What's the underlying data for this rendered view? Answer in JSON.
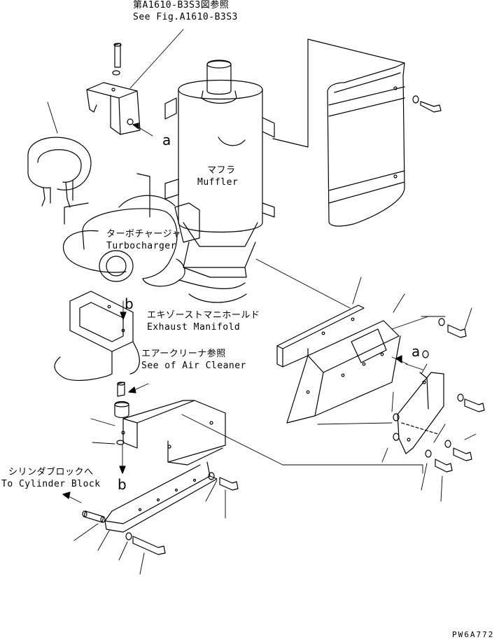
{
  "labels": {
    "ref_fig_jp": "第A1610-B3S3図参照",
    "ref_fig_en": "See Fig.A1610-B3S3",
    "muffler_jp": "マフラ",
    "muffler_en": "Muffler",
    "turbo_jp": "ターボチャージャ",
    "turbo_en": "Turbocharger",
    "manifold_jp": "エキゾーストマニホールド",
    "manifold_en": "Exhaust Manifold",
    "aircleaner_jp": "エアークリーナ参照",
    "aircleaner_en": "See of Air Cleaner",
    "cylinder_jp": "シリンダブロックへ",
    "cylinder_en": "To Cylinder Block",
    "letter_a_top": "a",
    "letter_b_mid": "b",
    "letter_a_right": "a",
    "letter_b_bottom": "b",
    "drawing_code": "PW6A772"
  }
}
